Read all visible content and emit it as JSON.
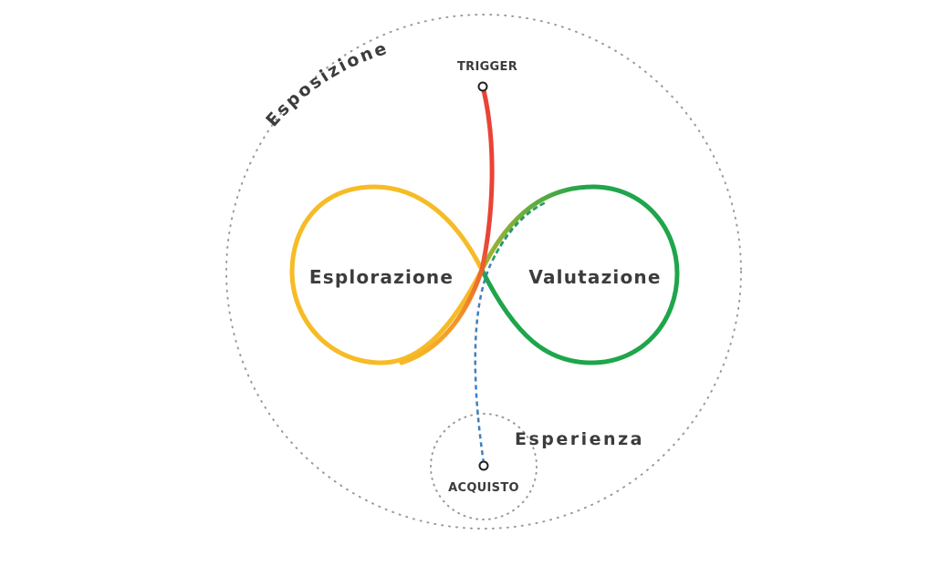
{
  "labels": {
    "exposure": "Esposizione",
    "trigger": "TRIGGER",
    "exploration": "Esplorazione",
    "evaluation": "Valutazione",
    "experience": "Esperienza",
    "purchase": "ACQUISTO"
  },
  "colors": {
    "exploration": "#f6bb26",
    "evaluation": "#1fa54b",
    "trigger_path": "#ea4335",
    "purchase_path": "#3f7fbf",
    "dotted_circles": "#9a9a9a",
    "text": "#3c3c3c"
  }
}
